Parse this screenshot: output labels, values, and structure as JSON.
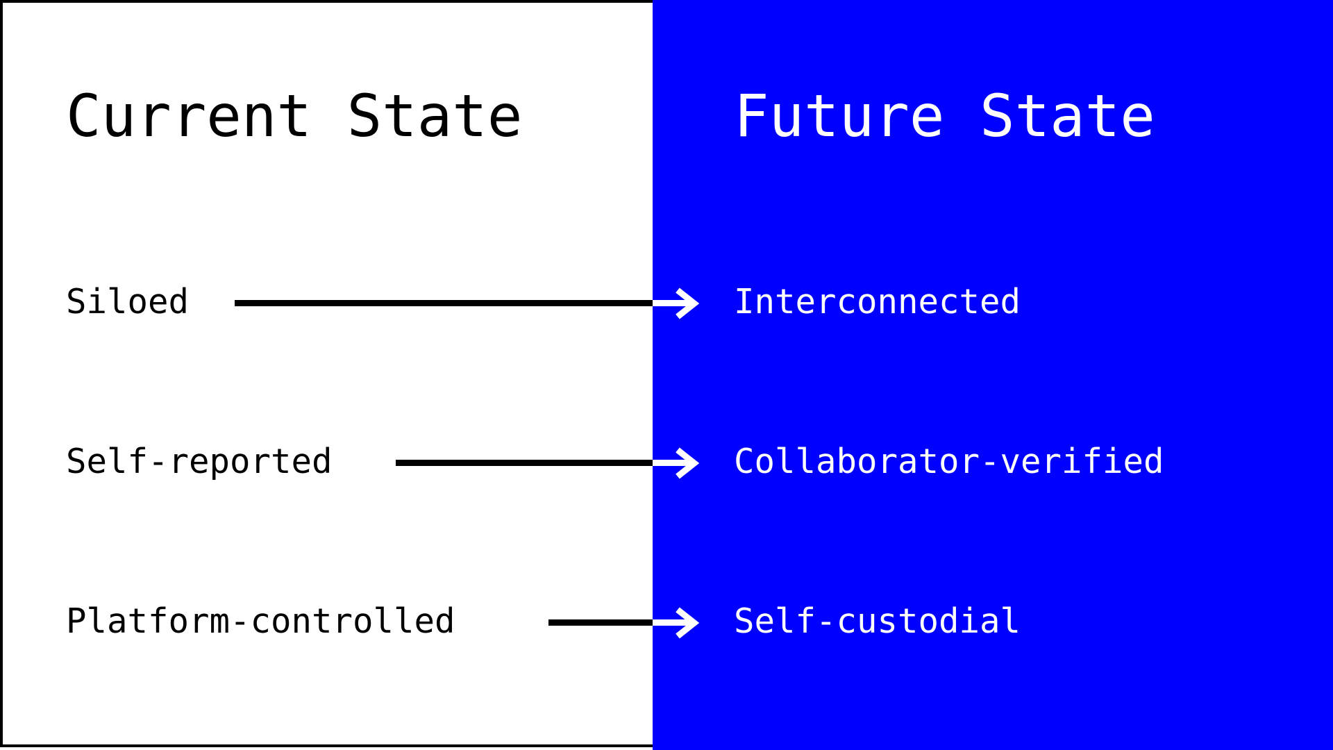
{
  "colors": {
    "left_panel_bg": "#ffffff",
    "right_panel_bg": "#0000ff",
    "left_text": "#000000",
    "right_text": "#ffffff",
    "connector_dark": "#000000",
    "connector_light": "#ffffff",
    "frame": "#000000"
  },
  "columns": {
    "left_heading": "Current State",
    "right_heading": "Future State"
  },
  "rows": [
    {
      "from": "Siloed",
      "to": "Interconnected",
      "arrow": "arrow-right-icon"
    },
    {
      "from": "Self-reported",
      "to": "Collaborator-verified",
      "arrow": "arrow-right-icon"
    },
    {
      "from": "Platform-controlled",
      "to": "Self-custodial",
      "arrow": "arrow-right-icon"
    }
  ]
}
